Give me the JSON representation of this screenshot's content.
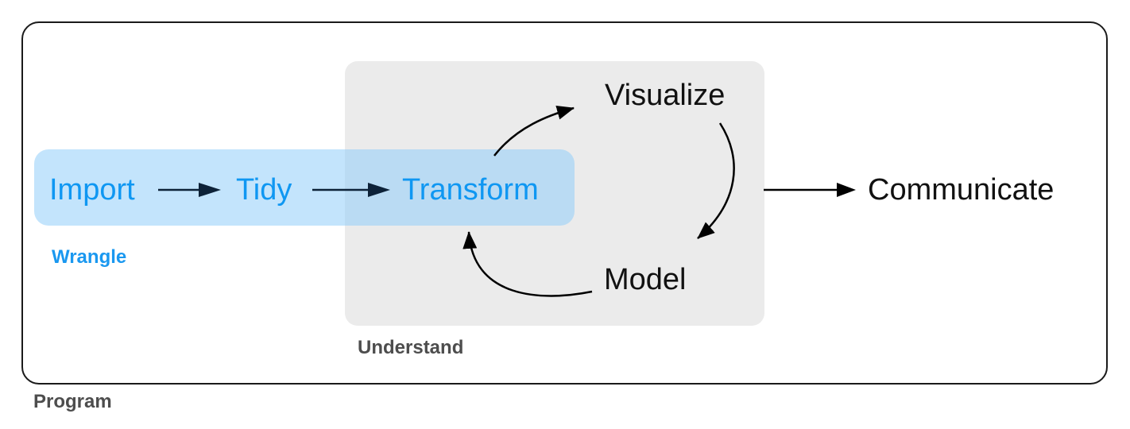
{
  "diagram": {
    "title": "Data science workflow",
    "nodes": {
      "import": "Import",
      "tidy": "Tidy",
      "transform": "Transform",
      "visualize": "Visualize",
      "model": "Model",
      "communicate": "Communicate"
    },
    "groups": {
      "wrangle": "Wrangle",
      "understand": "Understand",
      "program": "Program"
    },
    "edges": [
      {
        "from": "Import",
        "to": "Tidy"
      },
      {
        "from": "Tidy",
        "to": "Transform"
      },
      {
        "from": "Transform",
        "to": "Visualize"
      },
      {
        "from": "Visualize",
        "to": "Model"
      },
      {
        "from": "Model",
        "to": "Transform"
      },
      {
        "from": "Understand",
        "to": "Communicate"
      }
    ],
    "colors": {
      "wrangle_text": "#0f97f2",
      "wrangle_fill": "#91cdfa",
      "understand_fill": "#ebebeb",
      "group_label_gray": "#4d4d4d",
      "arrow_dark": "#0d2238"
    }
  }
}
